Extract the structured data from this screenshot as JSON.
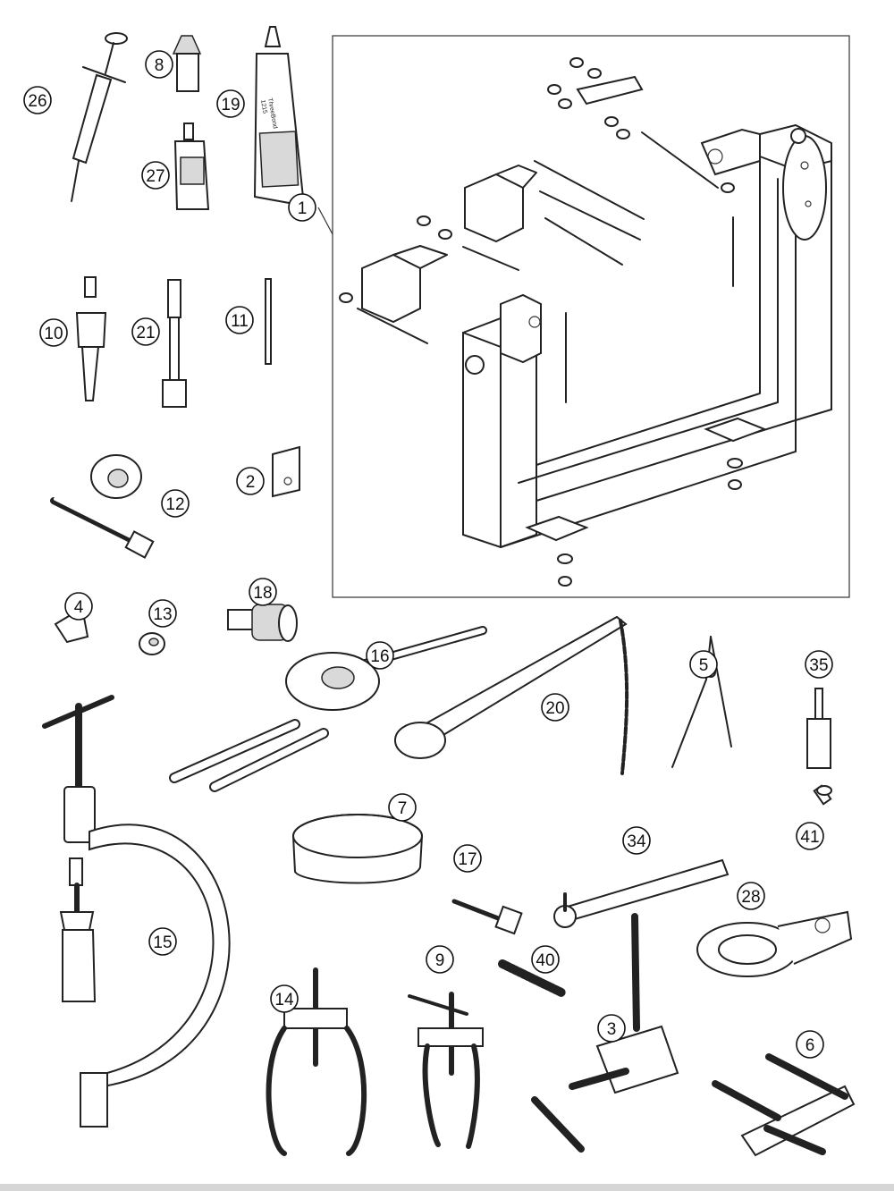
{
  "callouts": [
    {
      "label": "1"
    },
    {
      "label": "2"
    },
    {
      "label": "3"
    },
    {
      "label": "4"
    },
    {
      "label": "5"
    },
    {
      "label": "6"
    },
    {
      "label": "7"
    },
    {
      "label": "8"
    },
    {
      "label": "9"
    },
    {
      "label": "10"
    },
    {
      "label": "11"
    },
    {
      "label": "12"
    },
    {
      "label": "13"
    },
    {
      "label": "14"
    },
    {
      "label": "15"
    },
    {
      "label": "16"
    },
    {
      "label": "17"
    },
    {
      "label": "18"
    },
    {
      "label": "19"
    },
    {
      "label": "20"
    },
    {
      "label": "21"
    },
    {
      "label": "26"
    },
    {
      "label": "27"
    },
    {
      "label": "28"
    },
    {
      "label": "34"
    },
    {
      "label": "35"
    },
    {
      "label": "40"
    },
    {
      "label": "41"
    }
  ],
  "tube_19": {
    "brand": "ThreeBond",
    "code": "1215"
  }
}
